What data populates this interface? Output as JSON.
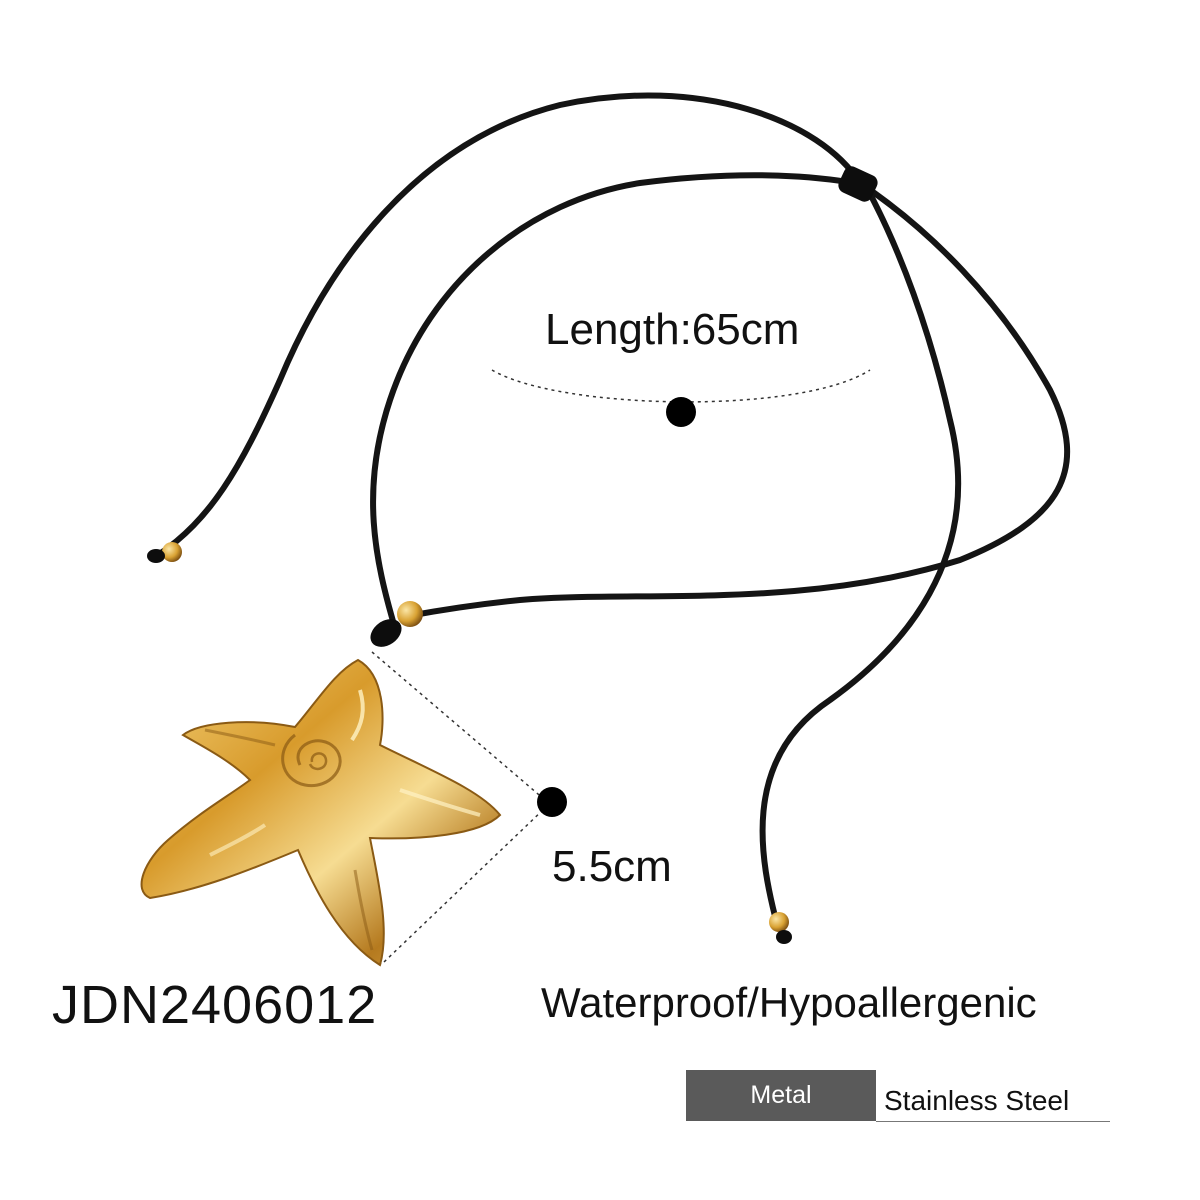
{
  "product": {
    "code": "JDN2406012",
    "length_label": "Length:65cm",
    "pendant_size_label": "5.5cm",
    "features": "Waterproof/Hypoallergenic"
  },
  "spec": {
    "key": "Metal",
    "value": "Stainless Steel"
  },
  "colors": {
    "cord": "#141414",
    "gold": "#d9a233",
    "gold_highlight": "#f7d98a",
    "gold_shadow": "#8a5a14",
    "spec_key_bg": "#5a5a5a",
    "text": "#111111"
  }
}
